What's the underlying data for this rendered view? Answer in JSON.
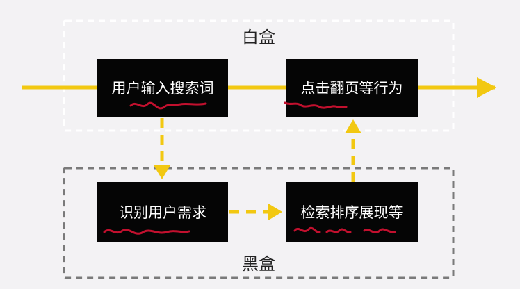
{
  "colors": {
    "background": "#f3f2f4",
    "flow": "#f2c811",
    "box_fill": "#050505",
    "box_text": "#ffffff",
    "underline": "#c2102e",
    "white_group_border": "#ffffff",
    "black_group_border": "#7a7a7a"
  },
  "groups": {
    "white_box": {
      "title": "白盒"
    },
    "black_box": {
      "title": "黑盒"
    }
  },
  "nodes": {
    "user_input": {
      "label": "用户输入搜索词"
    },
    "user_actions": {
      "label": "点击翻页等行为"
    },
    "identify_needs": {
      "label": "识别用户需求"
    },
    "retrieval_ranking": {
      "label": "检索排序展现等"
    }
  }
}
